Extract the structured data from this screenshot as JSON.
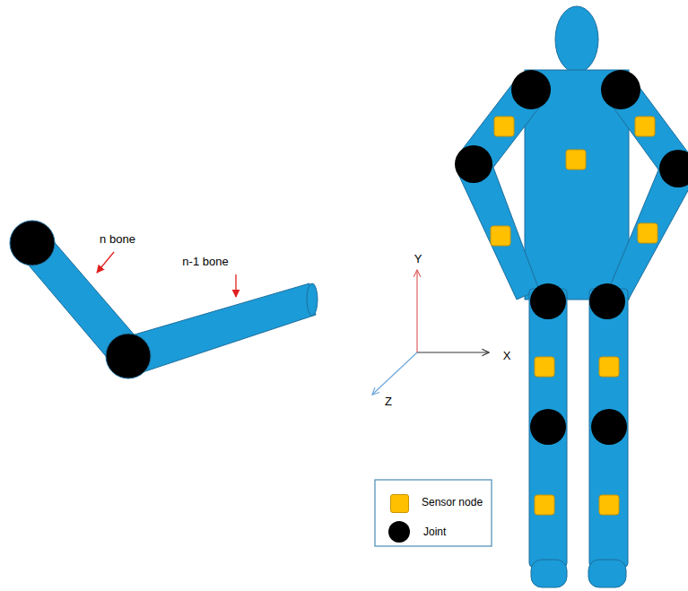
{
  "diagram": {
    "labels": [
      "n bone",
      "n-1 bone",
      "Y",
      "X",
      "Z"
    ],
    "legend": [
      {
        "text": "Sensor node",
        "color": "#ffc000"
      },
      {
        "text": "Joint",
        "color": "#000000"
      }
    ]
  }
}
